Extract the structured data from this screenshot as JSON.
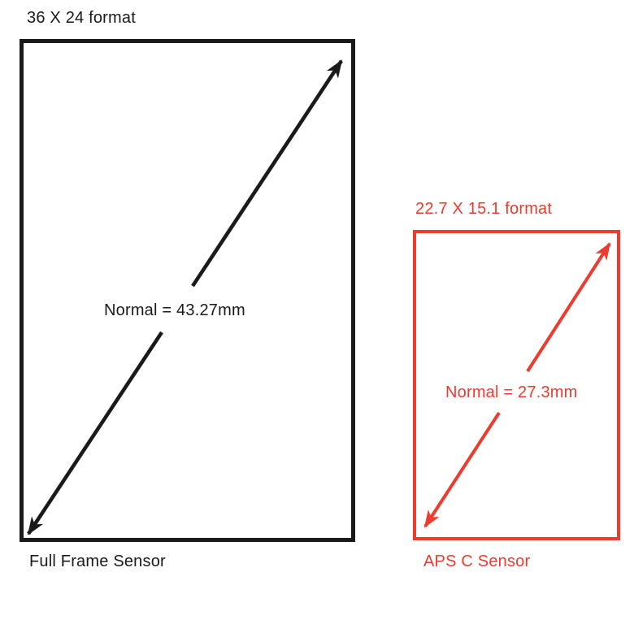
{
  "diagram": {
    "full_frame": {
      "format_label": "36 X 24 format",
      "diagonal_label": "Normal = 43.27mm",
      "sensor_label": "Full Frame Sensor",
      "color": "#1a1a1a"
    },
    "aps_c": {
      "format_label": "22.7 X 15.1 format",
      "diagonal_label": "Normal = 27.3mm",
      "sensor_label": "APS C Sensor",
      "color": "#ed3b2f"
    }
  }
}
